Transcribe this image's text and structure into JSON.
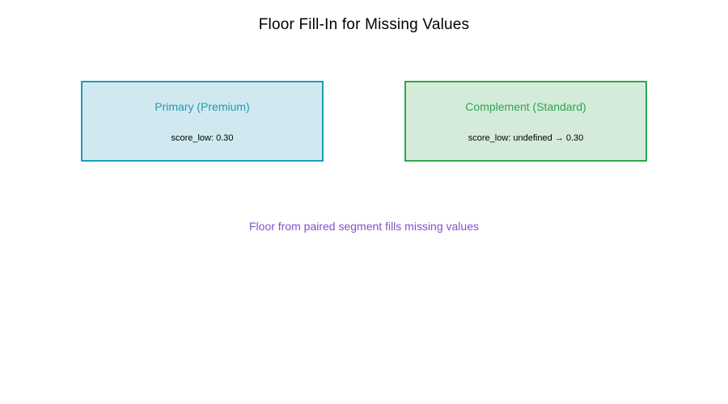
{
  "title": "Floor Fill-In for Missing Values",
  "boxes": [
    {
      "title": "Primary (Premium)",
      "detail": "score_low: 0.30",
      "border_color": "#1b9db8",
      "background_color": "#d0e9f0",
      "title_color": "#2398b2"
    },
    {
      "title": "Complement (Standard)",
      "detail": "score_low: undefined → 0.30",
      "border_color": "#2aa84b",
      "background_color": "#d5ebd9",
      "title_color": "#2ca453"
    }
  ],
  "note": {
    "text": "Floor from paired segment fills missing values",
    "color": "#7e52c8"
  }
}
